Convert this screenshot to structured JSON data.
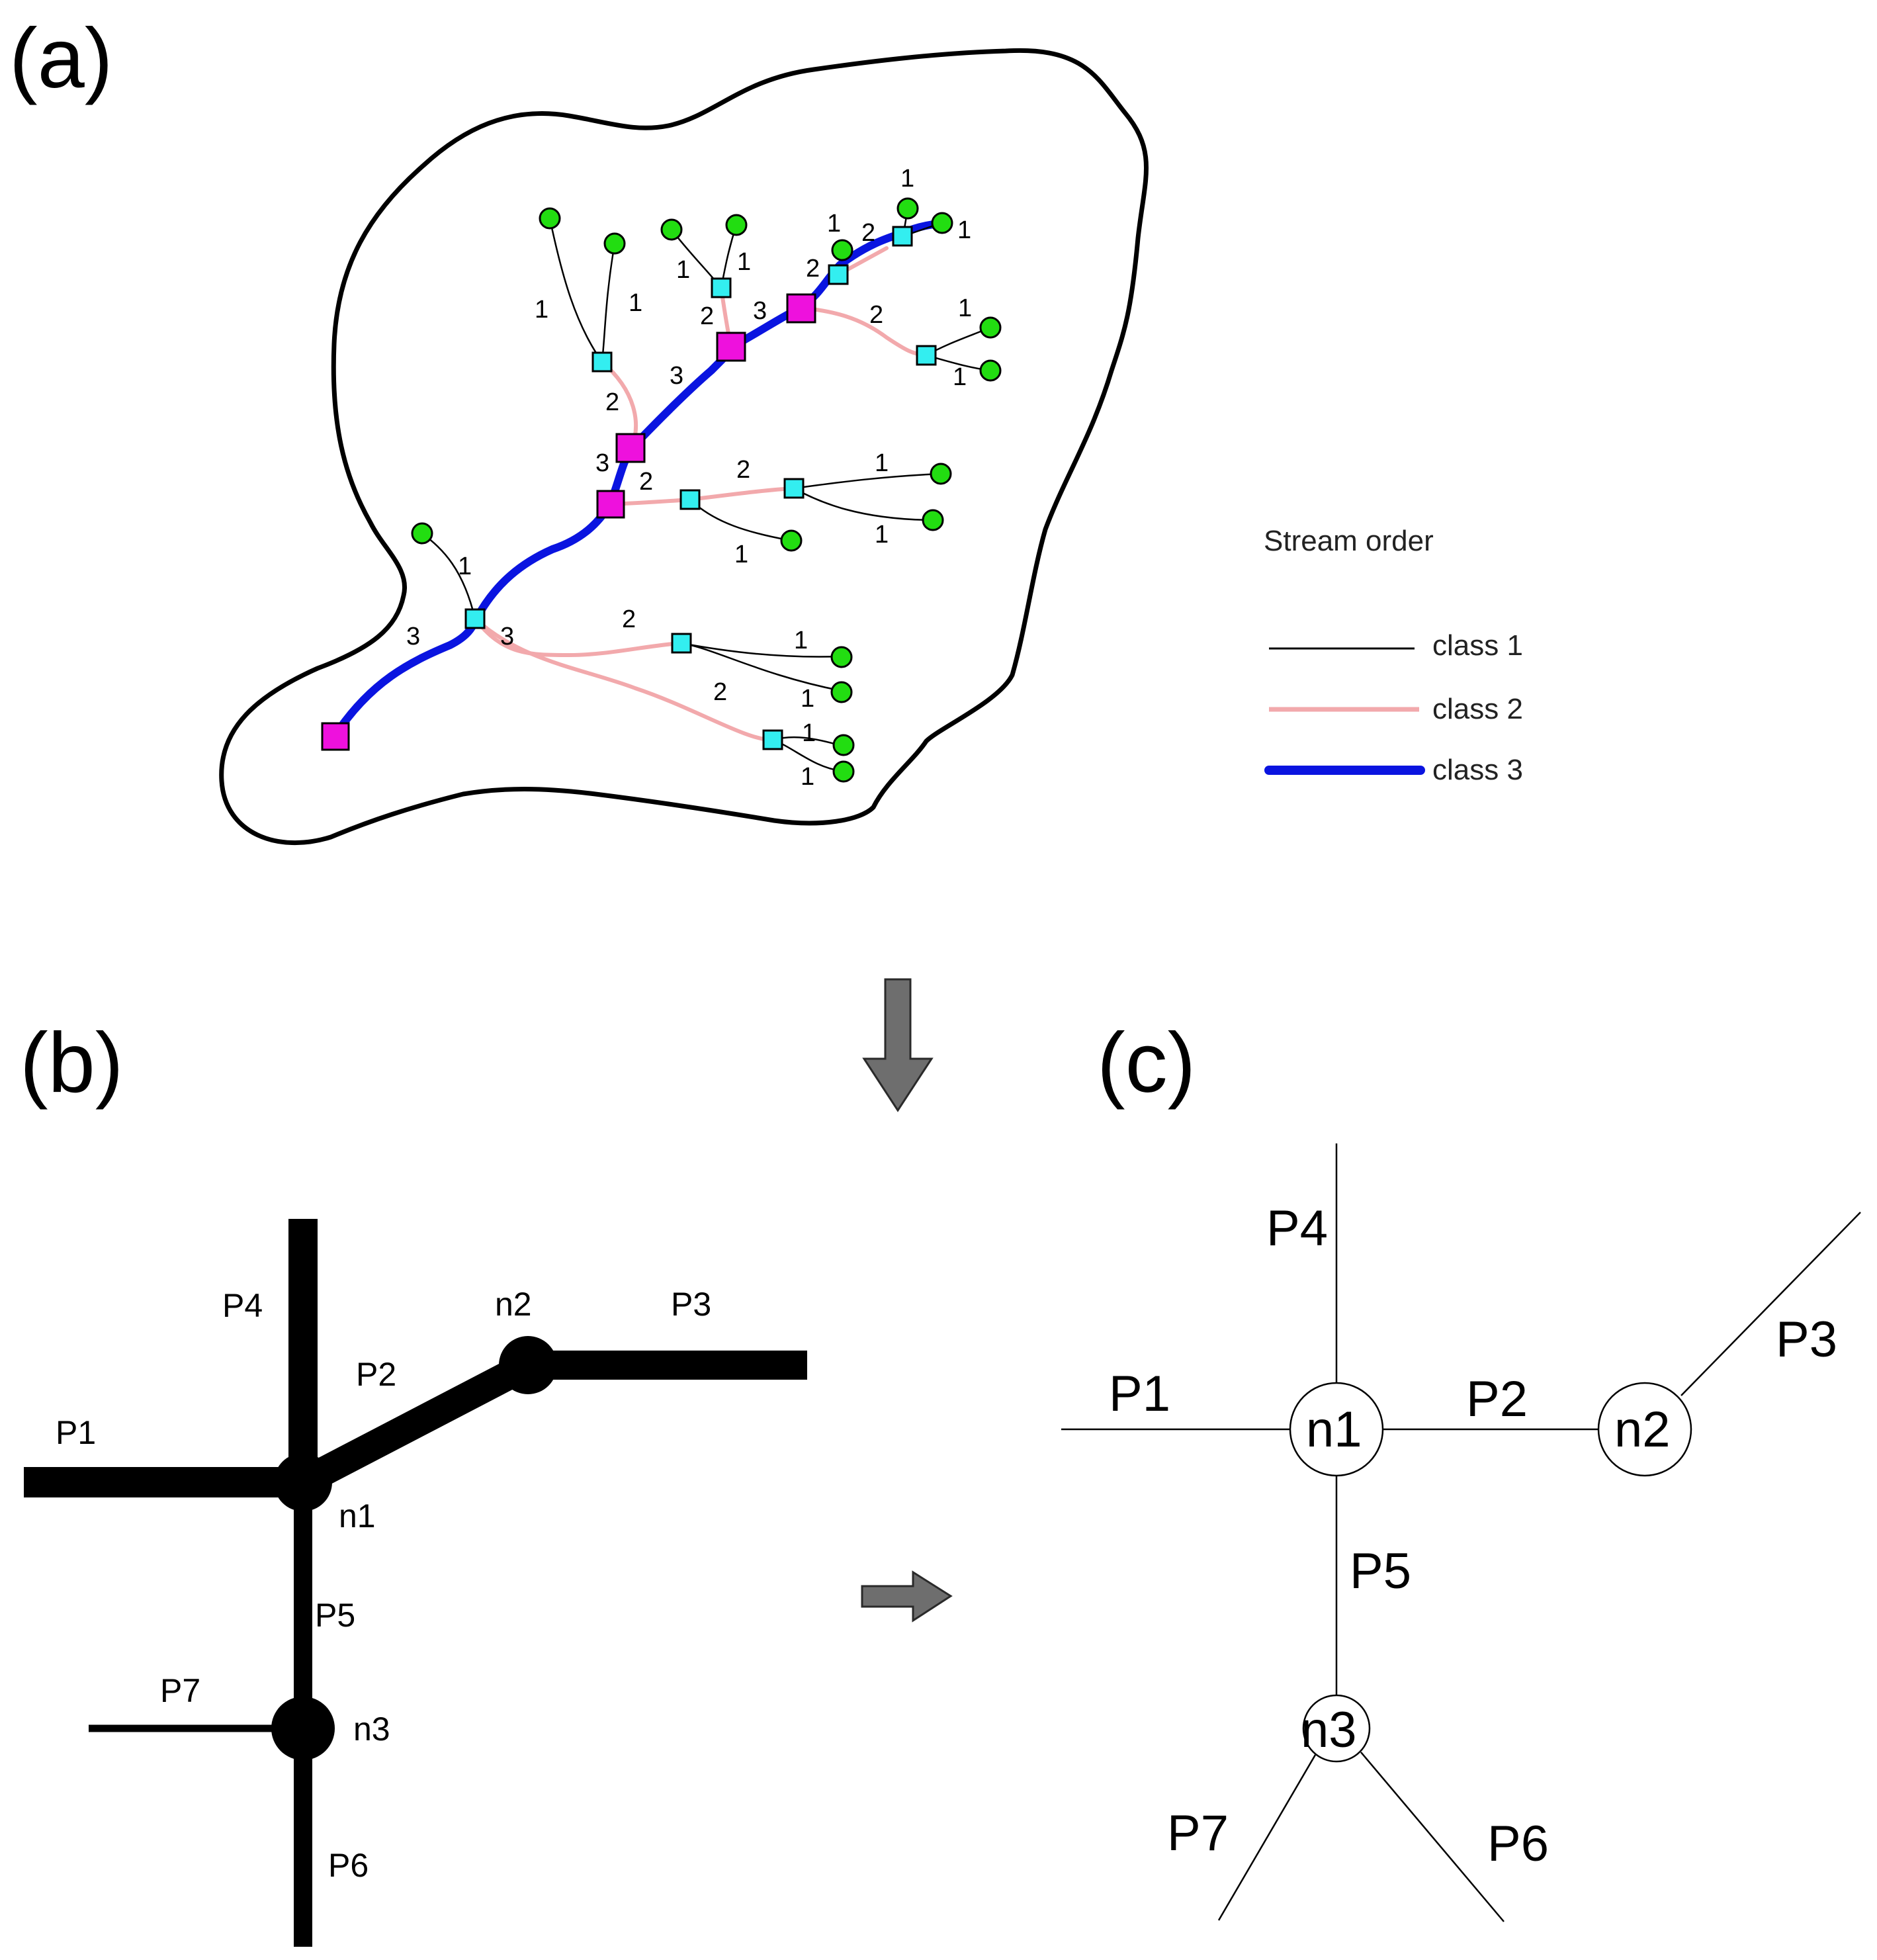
{
  "panels": {
    "a": {
      "label": "(a)"
    },
    "b": {
      "label": "(b)"
    },
    "c": {
      "label": "(c)"
    }
  },
  "legend": {
    "title": "Stream order",
    "items": [
      {
        "label": "class 1",
        "color": "#000000"
      },
      {
        "label": "class 2",
        "color": "#f2a9ac"
      },
      {
        "label": "class 3",
        "color": "#0a14e0"
      }
    ]
  },
  "stream_orders": {
    "one": "1",
    "two": "2",
    "three": "3"
  },
  "colors": {
    "source_node": "#22dd11",
    "junction_order2": "#33eef0",
    "junction_order3": "#ee11dd",
    "arrow": "#6e6e6e"
  },
  "network_b": {
    "paths": [
      "P1",
      "P2",
      "P3",
      "P4",
      "P5",
      "P6",
      "P7"
    ],
    "nodes": [
      "n1",
      "n2",
      "n3"
    ]
  },
  "graph_c": {
    "paths": [
      "P1",
      "P2",
      "P3",
      "P4",
      "P5",
      "P6",
      "P7"
    ],
    "nodes": [
      "n1",
      "n2",
      "n3"
    ]
  }
}
